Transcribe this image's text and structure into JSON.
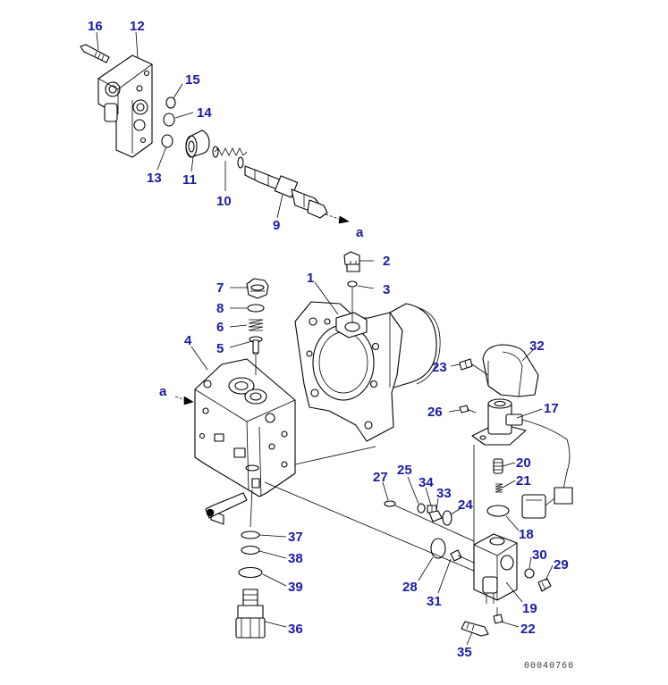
{
  "callouts": [
    {
      "id": "c16",
      "text": "16"
    },
    {
      "id": "c12",
      "text": "12"
    },
    {
      "id": "c15",
      "text": "15"
    },
    {
      "id": "c14",
      "text": "14"
    },
    {
      "id": "c13",
      "text": "13"
    },
    {
      "id": "c11",
      "text": "11"
    },
    {
      "id": "c10",
      "text": "10"
    },
    {
      "id": "c9",
      "text": "9"
    },
    {
      "id": "ca1",
      "text": "a"
    },
    {
      "id": "c2",
      "text": "2"
    },
    {
      "id": "c3",
      "text": "3"
    },
    {
      "id": "c1",
      "text": "1"
    },
    {
      "id": "c7",
      "text": "7"
    },
    {
      "id": "c8",
      "text": "8"
    },
    {
      "id": "c6",
      "text": "6"
    },
    {
      "id": "c5",
      "text": "5"
    },
    {
      "id": "c4",
      "text": "4"
    },
    {
      "id": "ca2",
      "text": "a"
    },
    {
      "id": "c32",
      "text": "32"
    },
    {
      "id": "c23",
      "text": "23"
    },
    {
      "id": "c26",
      "text": "26"
    },
    {
      "id": "c17",
      "text": "17"
    },
    {
      "id": "c20",
      "text": "20"
    },
    {
      "id": "c21",
      "text": "21"
    },
    {
      "id": "c27",
      "text": "27"
    },
    {
      "id": "c25",
      "text": "25"
    },
    {
      "id": "c34",
      "text": "34"
    },
    {
      "id": "c33",
      "text": "33"
    },
    {
      "id": "c24",
      "text": "24"
    },
    {
      "id": "c18",
      "text": "18"
    },
    {
      "id": "c37",
      "text": "37"
    },
    {
      "id": "c38",
      "text": "38"
    },
    {
      "id": "c39",
      "text": "39"
    },
    {
      "id": "c36",
      "text": "36"
    },
    {
      "id": "c30",
      "text": "30"
    },
    {
      "id": "c29",
      "text": "29"
    },
    {
      "id": "c28",
      "text": "28"
    },
    {
      "id": "c31",
      "text": "31"
    },
    {
      "id": "c19",
      "text": "19"
    },
    {
      "id": "c22",
      "text": "22"
    },
    {
      "id": "c35",
      "text": "35"
    }
  ],
  "drawing_number": "00040760",
  "colors": {
    "callout": "#1a1aa6",
    "line": "#000000",
    "background": "#ffffff"
  }
}
